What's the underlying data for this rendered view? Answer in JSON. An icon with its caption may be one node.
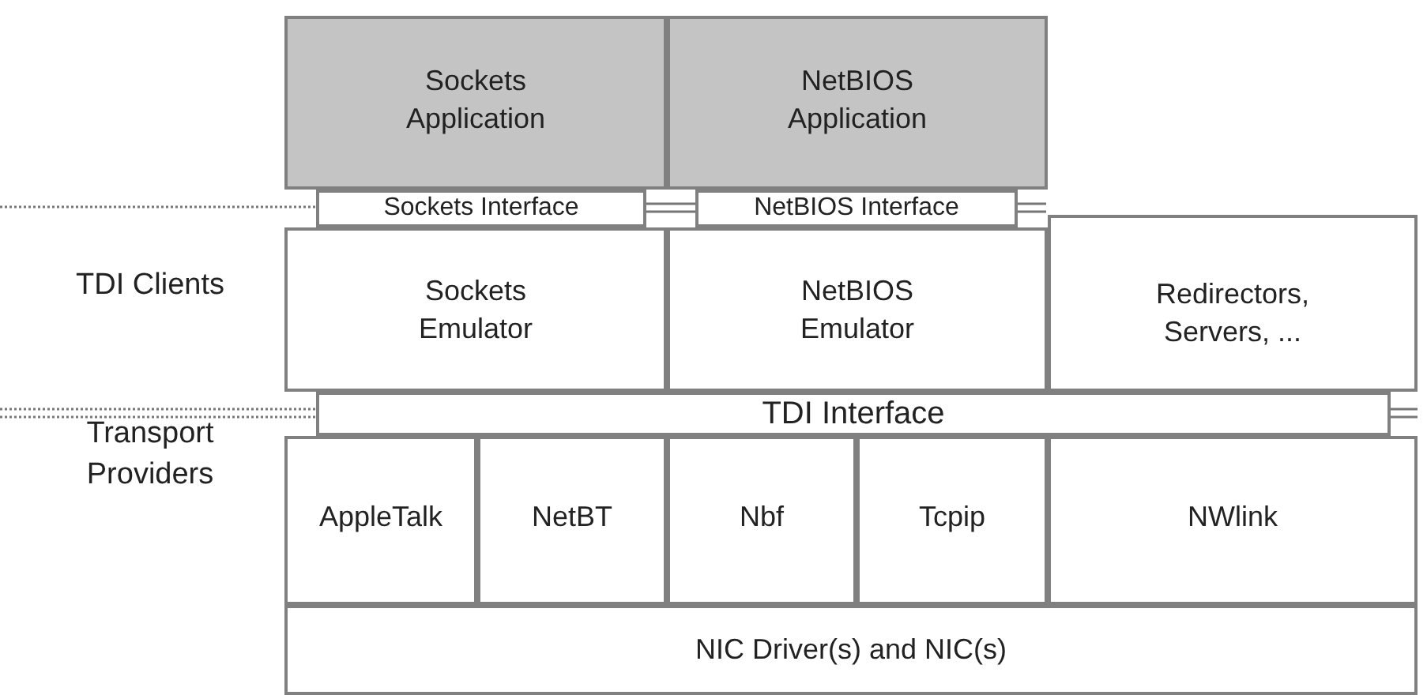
{
  "diagram": {
    "nodes": [
      {
        "text": [
          "Sockets Application"
        ]
      },
      {
        "text": [
          "NetBIOS Application"
        ]
      },
      {
        "text": [
          "Sockets Interface"
        ]
      },
      {
        "text": [
          "NetBIOS Interface"
        ]
      },
      {
        "text": [
          "Sockets Emulator"
        ]
      },
      {
        "text": [
          "NetBIOS Emulator"
        ]
      },
      {
        "text": [
          "Redirectors, Servers, ..."
        ]
      },
      {
        "text": [
          "TDI Interface"
        ]
      },
      {
        "text": [
          "AppleTalk"
        ]
      },
      {
        "text": [
          "NetBT"
        ]
      },
      {
        "text": [
          "Nbf"
        ]
      },
      {
        "text": [
          "Tcpip"
        ]
      },
      {
        "text": [
          "NWlink"
        ]
      },
      {
        "text": [
          "NIC Driver(s) and NIC(s)"
        ]
      }
    ],
    "labels": [
      "TDI Clients",
      "Transport Providers"
    ]
  }
}
